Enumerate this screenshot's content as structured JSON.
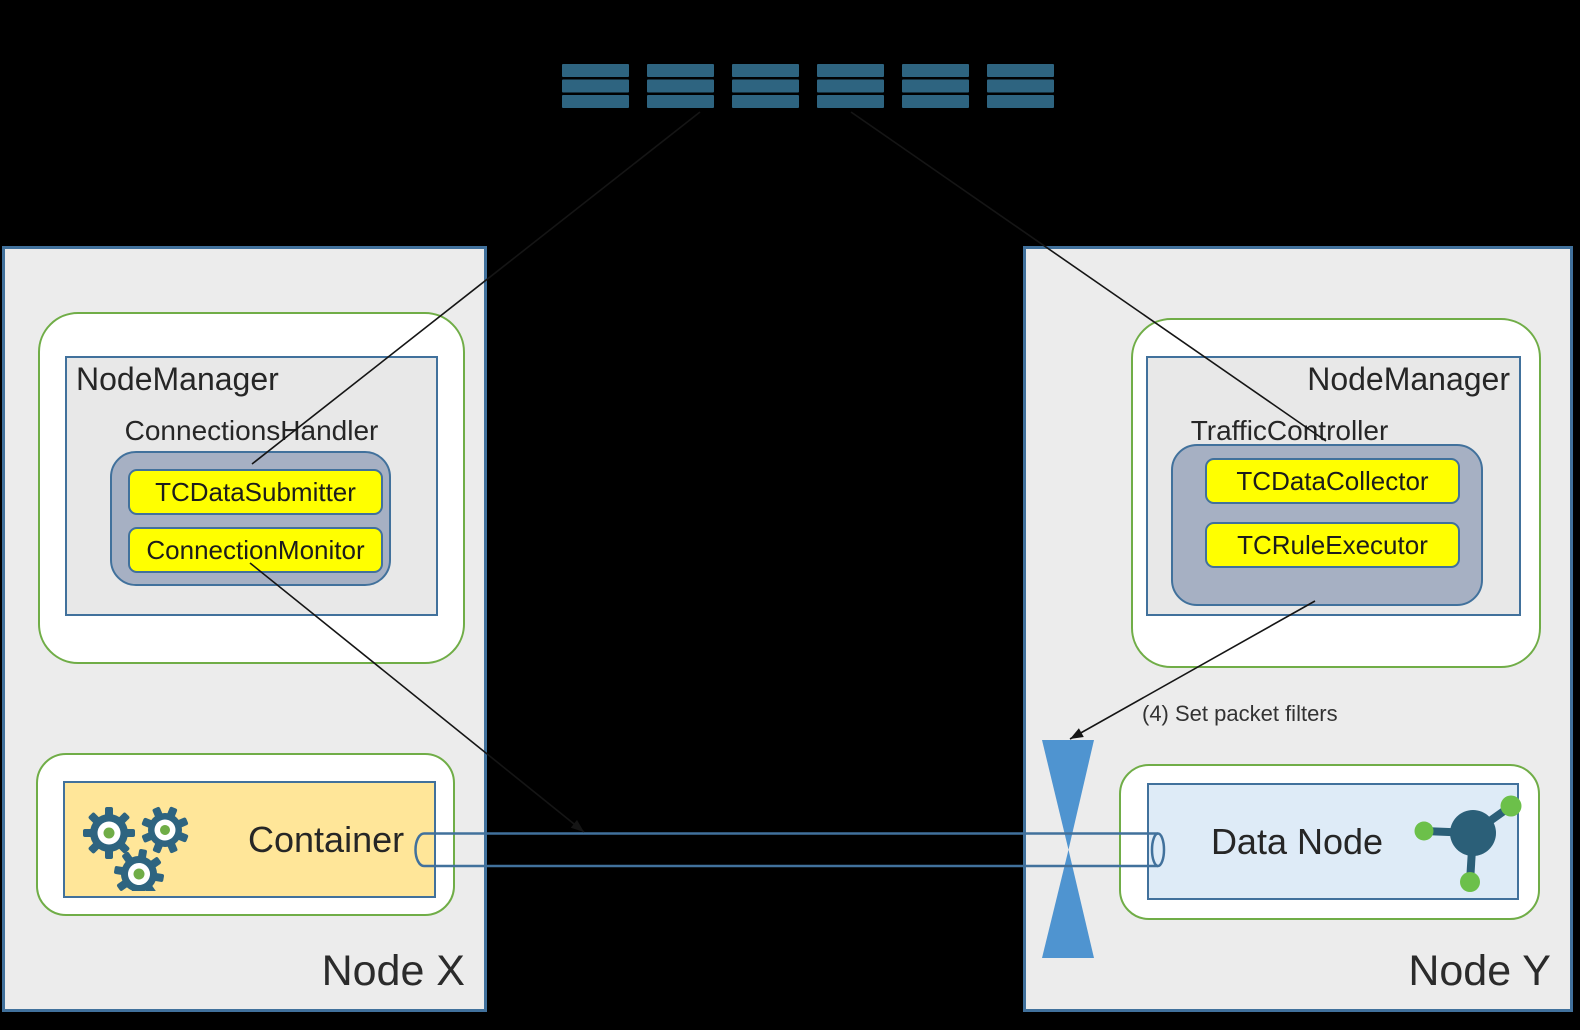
{
  "diagram": {
    "node_x": {
      "title": "Node X",
      "node_manager": {
        "title": "NodeManager",
        "handler": "ConnectionsHandler",
        "components": [
          "TCDataSubmitter",
          "ConnectionMonitor"
        ]
      },
      "container": {
        "label": "Container"
      }
    },
    "node_y": {
      "title": "Node Y",
      "node_manager": {
        "title": "NodeManager",
        "handler": "TrafficController",
        "components": [
          "TCDataCollector",
          "TCRuleExecutor"
        ]
      },
      "data_node": {
        "label": "Data Node"
      },
      "annotations": {
        "set_packet_filters": "(4) Set packet filters"
      }
    },
    "colors": {
      "background": "#000000",
      "node_fill": "#ECECEC",
      "node_border": "#41719C",
      "green_border": "#70AD47",
      "white_fill": "#FFFFFF",
      "inner_box_fill": "#E8E8E8",
      "component_group_fill": "#A6B0C3",
      "component_fill": "#FFFF00",
      "container_fill": "#FFE699",
      "data_node_fill": "#DEEBF7",
      "filter_fill": "#4F94D0",
      "switch_bar": "#2E6480",
      "gear_teal": "#2E6480",
      "molecule_hub": "#2B5F78",
      "molecule_ball": "#6CC04A",
      "connector": "#151515",
      "text": "#262626"
    }
  }
}
